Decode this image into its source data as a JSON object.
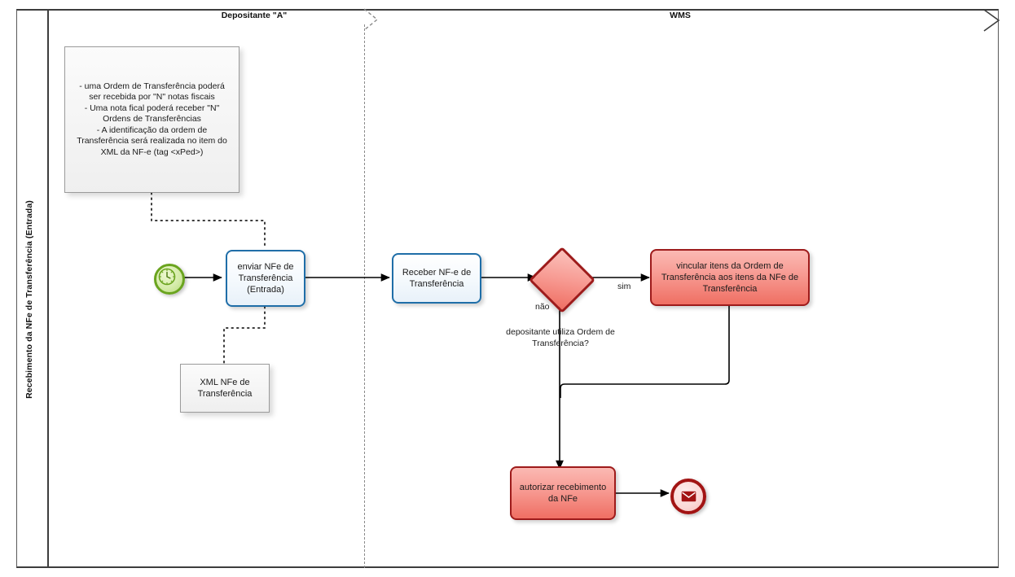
{
  "diagram": {
    "lane_title": "Recebimento da NFe de Transferência (Entrada)",
    "pools": [
      {
        "id": "depositante",
        "label": "Depositante \"A\""
      },
      {
        "id": "wms",
        "label": "WMS"
      }
    ],
    "nodes": [
      {
        "id": "start",
        "type": "start-event-timer",
        "label": "",
        "icon": "timer-icon"
      },
      {
        "id": "task-enviar",
        "type": "task",
        "style": "blue",
        "label": "enviar NFe de Transferência (Entrada)"
      },
      {
        "id": "task-receber",
        "type": "task",
        "style": "blue",
        "label": "Receber NF-e de Transferência"
      },
      {
        "id": "gateway-ot",
        "type": "exclusive-gateway",
        "label": "depositante utiliza Ordem de Transferência?"
      },
      {
        "id": "task-vincular",
        "type": "task",
        "style": "red",
        "label": "vincular itens da Ordem de Transferência aos itens da NFe de Transferência"
      },
      {
        "id": "task-autorizar",
        "type": "task",
        "style": "red",
        "label": "autorizar recebimento da NFe"
      },
      {
        "id": "end-message",
        "type": "end-event-message",
        "label": "",
        "icon": "envelope-icon"
      }
    ],
    "annotations": [
      {
        "id": "note-regras",
        "lines": [
          "- uma Ordem de Transferência poderá",
          "ser recebida por \"N\" notas fiscais",
          "- Uma nota fical poderá receber \"N\"",
          "Ordens de Transferências",
          "- A identificação da ordem de",
          "Transferência será realizada no item do",
          "XML da NF-e (tag <xPed>)"
        ]
      },
      {
        "id": "note-xml",
        "lines": [
          "XML NFe de",
          "Transferência"
        ]
      }
    ],
    "edge_labels": [
      {
        "id": "label-sim",
        "text": "sim"
      },
      {
        "id": "label-nao",
        "text": "não"
      }
    ],
    "colors": {
      "blue_border": "#1F6EA8",
      "red_border": "#9E1B1B",
      "red_fill": "#EF6F63",
      "green_border": "#6AA41E",
      "end_border": "#A21414",
      "pool_border": "#3D3D3D",
      "connector": "#000000"
    }
  }
}
